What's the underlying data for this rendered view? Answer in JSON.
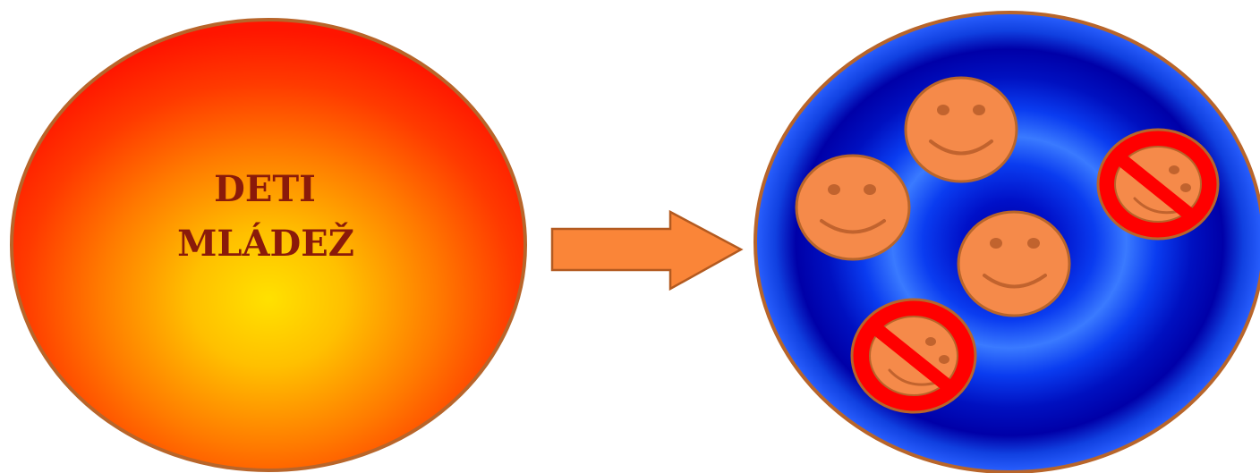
{
  "left_circle": {
    "lines": [
      "DETI",
      "MLÁDEŽ"
    ]
  },
  "arrow": {
    "direction": "right"
  },
  "right_circle": {
    "faces": [
      {
        "kind": "smiley-face-icon",
        "crossed_out": false
      },
      {
        "kind": "smiley-face-icon",
        "crossed_out": false
      },
      {
        "kind": "smiley-face-icon",
        "crossed_out": false
      },
      {
        "kind": "smiley-face-icon",
        "crossed_out": true
      },
      {
        "kind": "smiley-face-icon",
        "crossed_out": true
      }
    ]
  },
  "colors": {
    "circle_outline": "#b8652a",
    "left_fill_center": "#ffe100",
    "left_fill_edge": "#ff1a00",
    "label_text": "#8a1a0a",
    "arrow_fill": "#fa8538",
    "arrow_outline": "#b35a20",
    "right_fill_dark": "#0000b0",
    "right_fill_light": "#3a73ff",
    "face_fill": "#f58a4a",
    "face_feature": "#c1632e",
    "prohibition_red": "#ff0000"
  }
}
